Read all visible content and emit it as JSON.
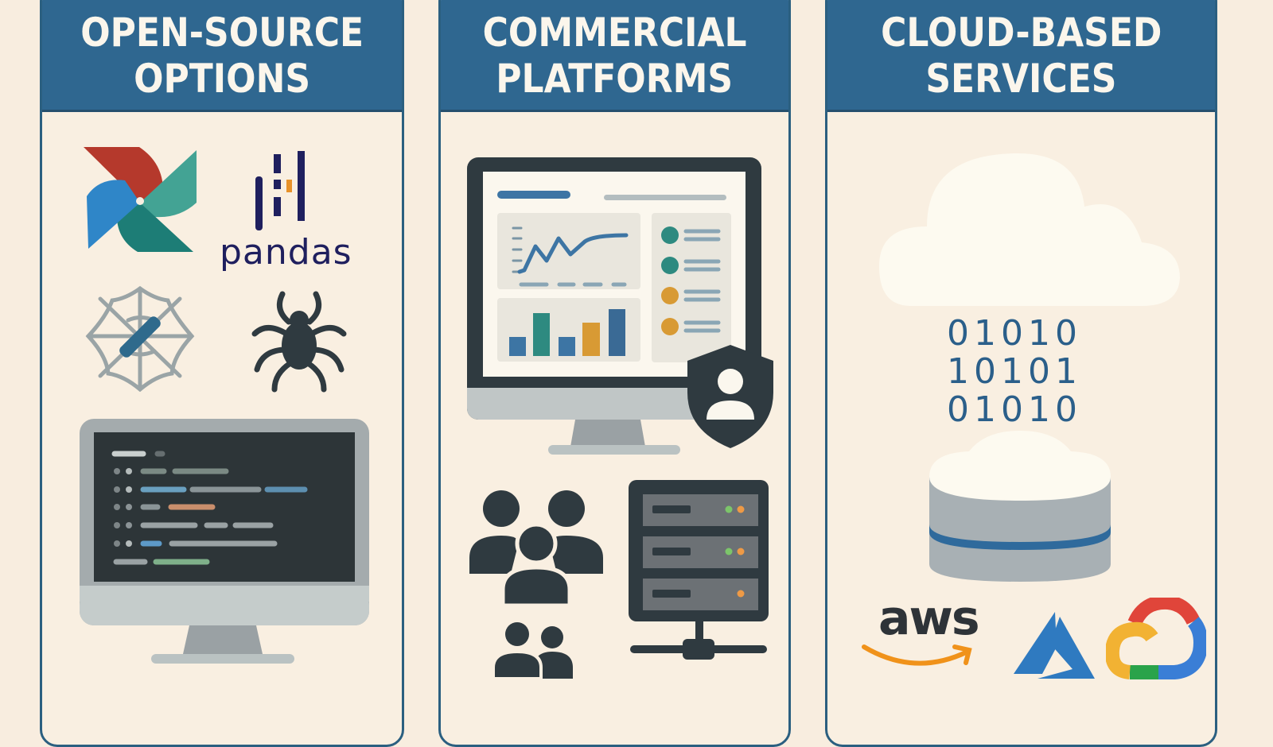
{
  "panels": [
    {
      "id": "open-source",
      "title_line1": "OPEN-SOURCE",
      "title_line2": "OPTIONS",
      "icons": [
        "airflow-pinwheel-icon",
        "pandas-logo-icon",
        "spider-web-icon",
        "spider-icon",
        "code-editor-monitor-icon"
      ],
      "pandas_label": "pandas"
    },
    {
      "id": "commercial",
      "title_line1": "COMMERCIAL",
      "title_line2": "PLATFORMS",
      "icons": [
        "dashboard-monitor-icon",
        "security-shield-user-icon",
        "user-group-icon",
        "team-icon",
        "server-rack-network-icon"
      ]
    },
    {
      "id": "cloud",
      "title_line1": "CLOUD-BASED",
      "title_line2": "SERVICES",
      "icons": [
        "cloud-icon",
        "binary-data-icon",
        "cloud-database-icon",
        "aws-logo-icon",
        "azure-logo-icon",
        "google-cloud-logo-icon"
      ],
      "binary_rows": [
        "01010",
        "10101",
        "01010"
      ],
      "aws_label": "aws"
    }
  ],
  "colors": {
    "background": "#f8eddf",
    "header_blue": "#2f6790",
    "border_blue": "#2b5f80",
    "dark_icon": "#2f3a40",
    "teal": "#2e8a80",
    "amber": "#d89a34",
    "aws_orange": "#f0921a",
    "azure_blue": "#2f7ac0"
  }
}
